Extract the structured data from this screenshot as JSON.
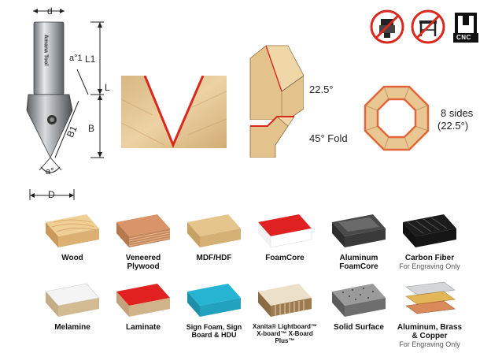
{
  "dimensions": {
    "d": "d",
    "a1": "a°1",
    "l1": "L1",
    "l": "L",
    "b": "B",
    "b1": "B1",
    "a": "a°",
    "D": "D"
  },
  "bit_label": "Amana Tool",
  "angles": {
    "deg_22": "22.5°",
    "fold_45": "45° Fold",
    "sides_line1": "8 sides",
    "sides_line2": "(22.5°)"
  },
  "icons": {
    "no_handheld": "no-handheld-router-icon",
    "no_router_table": "no-router-table-icon",
    "cnc": "CNC"
  },
  "materials_row1": [
    {
      "name": "Wood",
      "note": ""
    },
    {
      "name": "Veneered Plywood",
      "note": ""
    },
    {
      "name": "MDF/HDF",
      "note": ""
    },
    {
      "name": "FoamCore",
      "note": ""
    },
    {
      "name": "Aluminum FoamCore",
      "note": ""
    },
    {
      "name": "Carbon Fiber",
      "note": "For Engraving Only"
    }
  ],
  "materials_row2": [
    {
      "name": "Melamine",
      "note": ""
    },
    {
      "name": "Laminate",
      "note": ""
    },
    {
      "name": "Sign Foam, Sign Board & HDU",
      "note": ""
    },
    {
      "name": "Xanita® Lightboard™ X-board™ X-Board Plus™",
      "note": ""
    },
    {
      "name": "Solid Surface",
      "note": ""
    },
    {
      "name": "Aluminum, Brass & Copper",
      "note": "For Engraving Only"
    }
  ],
  "colors": {
    "accent_red": "#d9281d",
    "wood": "#e6c48e",
    "octagon_edge": "#e2663a"
  }
}
